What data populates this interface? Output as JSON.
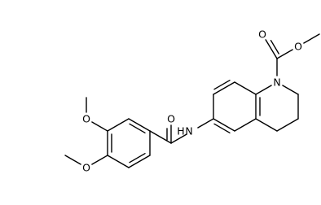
{
  "diagram": {
    "type": "chemical-structure",
    "atom_labels": {
      "carbonyl_oxygen_ester": "O",
      "ester_oxygen": "O",
      "ring_nitrogen": "N",
      "amide_oxygen": "O",
      "amide_nitrogen": "N",
      "amide_hydrogen": "H",
      "methoxy_oxygen_top": "O",
      "methoxy_oxygen_bottom": "O"
    }
  }
}
